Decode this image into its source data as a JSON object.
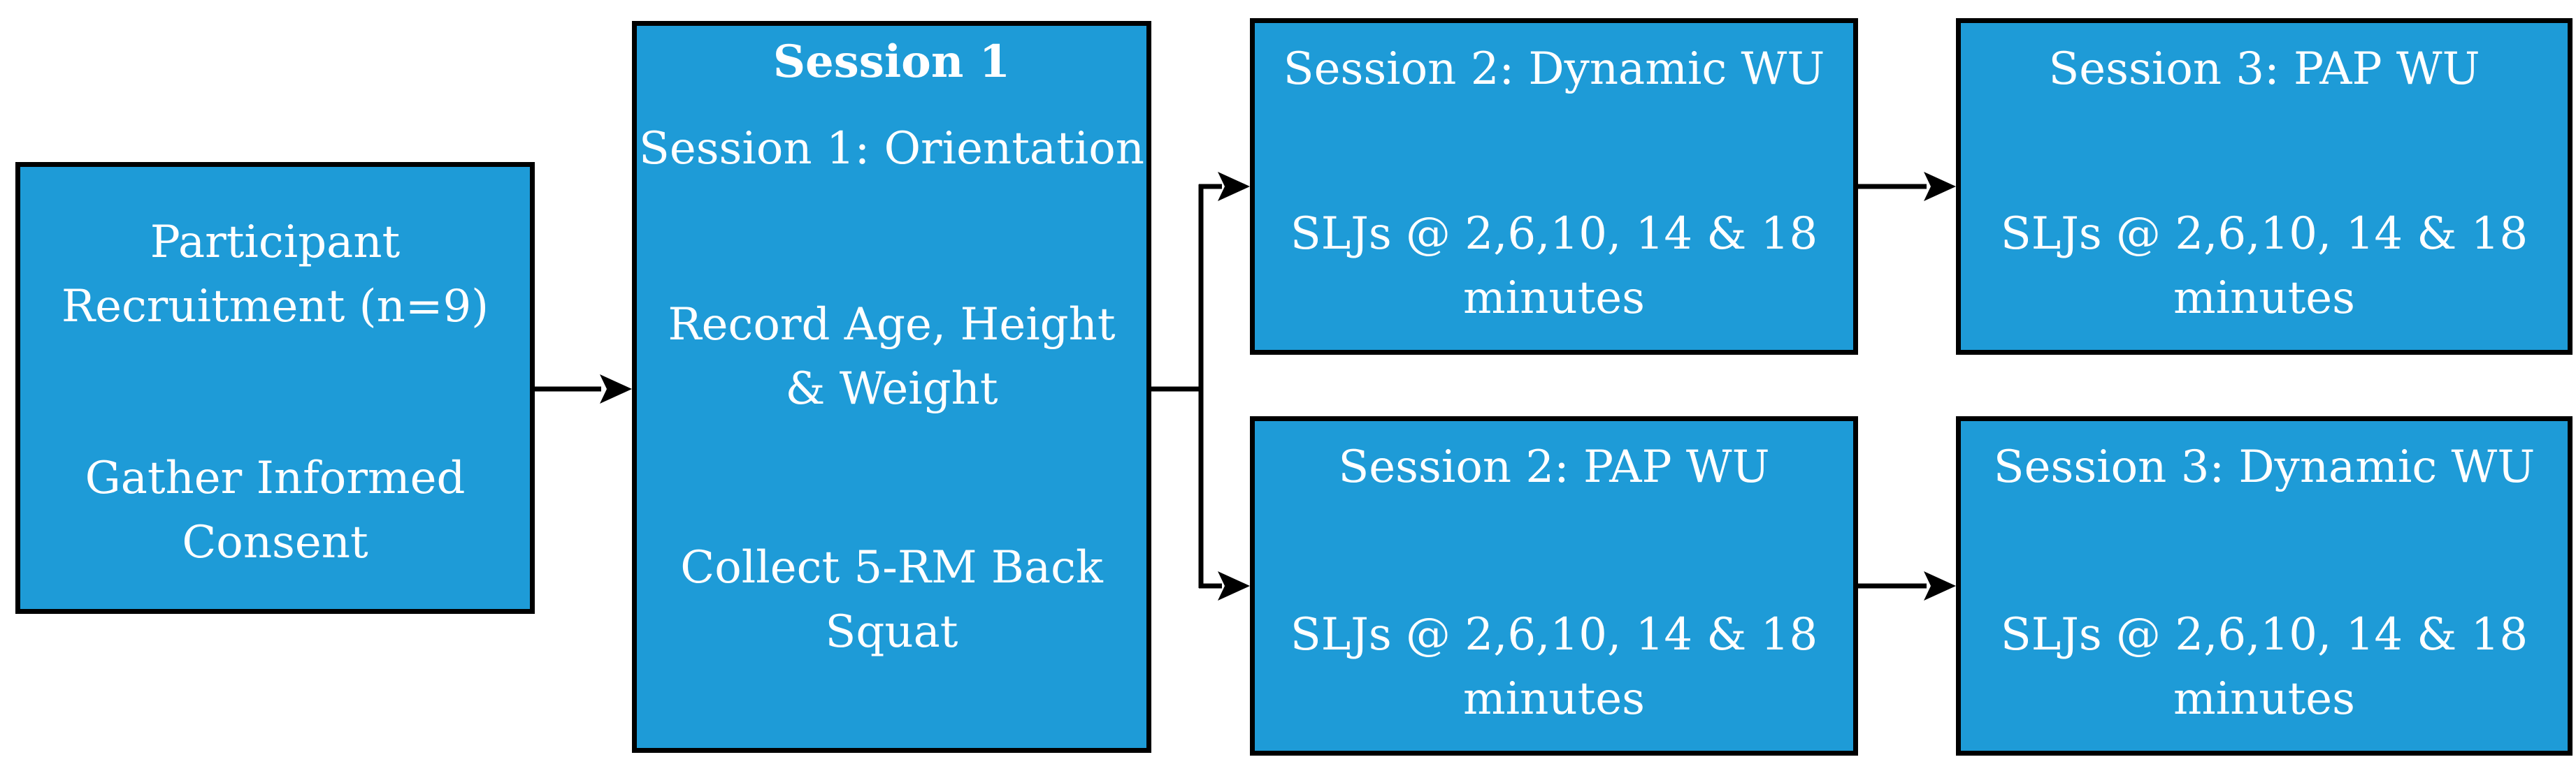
{
  "diagram": {
    "box_fill": "#1e9bd7",
    "border_color": "#000000",
    "text_color": "#ffffff",
    "recruitment": {
      "line1": "Participant",
      "line2": "Recruitment (n=9)",
      "line3": "Gather Informed",
      "line4": "Consent"
    },
    "session1": {
      "heading": "Session 1",
      "line1": "Session 1: Orientation",
      "line2": "Record Age, Height",
      "line3": "& Weight",
      "line4": "Collect 5-RM Back",
      "line5": "Squat"
    },
    "s2_dynamic": {
      "title": "Session 2: Dynamic WU",
      "line1": "SLJs @ 2,6,10, 14 & 18",
      "line2": "minutes"
    },
    "s3_pap": {
      "title": "Session 3: PAP WU",
      "line1": "SLJs @ 2,6,10, 14 & 18",
      "line2": "minutes"
    },
    "s2_pap": {
      "title": "Session 2: PAP WU",
      "line1": "SLJs @ 2,6,10, 14 & 18",
      "line2": "minutes"
    },
    "s3_dynamic": {
      "title": "Session 3: Dynamic WU",
      "line1": "SLJs @ 2,6,10, 14 & 18",
      "line2": "minutes"
    }
  }
}
